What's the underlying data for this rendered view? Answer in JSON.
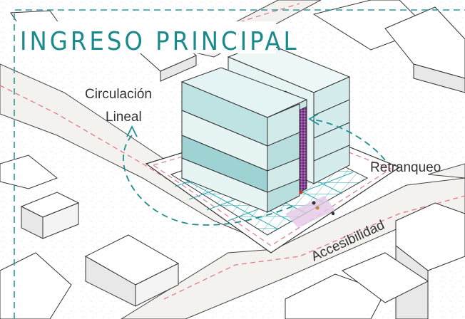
{
  "title": "INGRESO PRINCIPAL",
  "labels": {
    "circulacion_line1": "Circulación",
    "circulacion_line2": "Lineal",
    "retranqueo": "Retranqueo",
    "accesibilidad": "Accesibilidad"
  },
  "colors": {
    "title": "#1a8a8c",
    "frame_dash": "#2a9a9c",
    "dashed_path": "#1f8f92",
    "pink_dash": "#e07a8e",
    "building_light": "#e4f3f3",
    "building_mid": "#bfe3e3",
    "building_dark": "#8fcaca",
    "core_purple": "#7a3b8a",
    "core_pink": "#e8c6d6",
    "grid": "#2aa8b0",
    "street": "#f3f1ed"
  }
}
